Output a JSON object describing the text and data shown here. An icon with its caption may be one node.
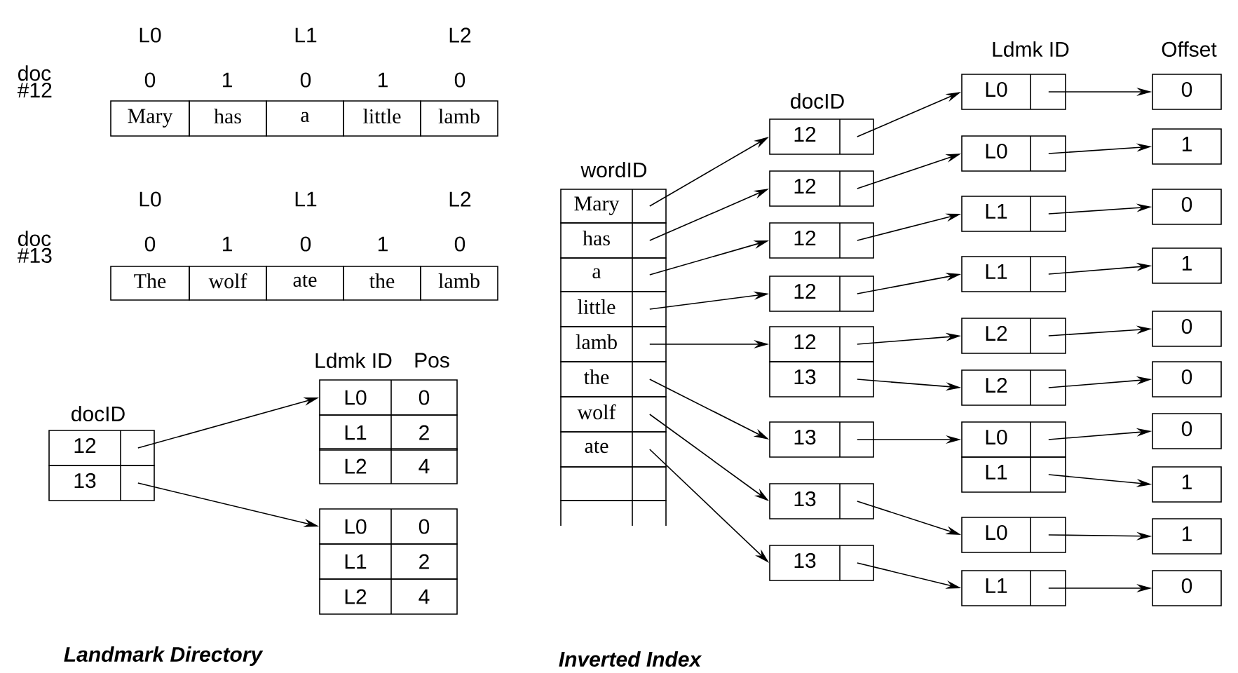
{
  "diagram": {
    "nodes": [
      {
        "text": [
          "Mary"
        ]
      },
      {
        "text": [
          "has"
        ]
      },
      {
        "text": [
          "a"
        ]
      },
      {
        "text": [
          "little"
        ]
      },
      {
        "text": [
          "lamb"
        ]
      },
      {
        "text": [
          "The"
        ]
      },
      {
        "text": [
          "wolf"
        ]
      },
      {
        "text": [
          "ate"
        ]
      },
      {
        "text": [
          "the"
        ]
      },
      {
        "text": [
          "lamb"
        ]
      },
      {
        "text": [
          "12"
        ]
      },
      {
        "text": [
          "13"
        ]
      },
      {
        "text": [
          "L0",
          "0"
        ]
      },
      {
        "text": [
          "L1",
          "2"
        ]
      },
      {
        "text": [
          "L2",
          "4"
        ]
      },
      {
        "text": [
          "L0",
          "0"
        ]
      },
      {
        "text": [
          "L1",
          "2"
        ]
      },
      {
        "text": [
          "L2",
          "4"
        ]
      },
      {
        "text": [
          "Mary"
        ]
      },
      {
        "text": [
          "has"
        ]
      },
      {
        "text": [
          "a"
        ]
      },
      {
        "text": [
          "little"
        ]
      },
      {
        "text": [
          "lamb"
        ]
      },
      {
        "text": [
          "the"
        ]
      },
      {
        "text": [
          "wolf"
        ]
      },
      {
        "text": [
          "ate"
        ]
      },
      {
        "text": [],
        "shape": "box"
      },
      {
        "text": [],
        "shape": "box"
      },
      {
        "text": [
          "12"
        ]
      },
      {
        "text": [
          "12"
        ]
      },
      {
        "text": [
          "12"
        ]
      },
      {
        "text": [
          "12"
        ]
      },
      {
        "text": [
          "12"
        ]
      },
      {
        "text": [
          "13"
        ]
      },
      {
        "text": [
          "13"
        ]
      },
      {
        "text": [
          "13"
        ]
      },
      {
        "text": [
          "13"
        ]
      },
      {
        "text": [
          "L0"
        ]
      },
      {
        "text": [
          "L0"
        ]
      },
      {
        "text": [
          "L1"
        ]
      },
      {
        "text": [
          "L1"
        ]
      },
      {
        "text": [
          "L2"
        ]
      },
      {
        "text": [
          "L2"
        ]
      },
      {
        "text": [
          "L0"
        ]
      },
      {
        "text": [
          "L1"
        ]
      },
      {
        "text": [
          "L0"
        ]
      },
      {
        "text": [
          "L1"
        ]
      },
      {
        "text": [
          "0"
        ]
      },
      {
        "text": [
          "1"
        ]
      },
      {
        "text": [
          "0"
        ]
      },
      {
        "text": [
          "1"
        ]
      },
      {
        "text": [
          "0"
        ]
      },
      {
        "text": [
          "0"
        ]
      },
      {
        "text": [
          "0"
        ]
      },
      {
        "text": [
          "1"
        ]
      },
      {
        "text": [
          "1"
        ]
      },
      {
        "text": [
          "0"
        ]
      }
    ],
    "edges": [
      {
        "from": 10,
        "to": 12,
        "arrow": "to"
      },
      {
        "from": 11,
        "to": 15,
        "arrow": "to"
      },
      {
        "from": 18,
        "to": 28,
        "arrow": "to"
      },
      {
        "from": 19,
        "to": 29,
        "arrow": "to"
      },
      {
        "from": 20,
        "to": 30,
        "arrow": "to"
      },
      {
        "from": 21,
        "to": 31,
        "arrow": "to"
      },
      {
        "from": 22,
        "to": 32,
        "arrow": "to"
      },
      {
        "from": 23,
        "to": 34,
        "arrow": "to"
      },
      {
        "from": 24,
        "to": 35,
        "arrow": "to"
      },
      {
        "from": 25,
        "to": 36,
        "arrow": "to"
      },
      {
        "from": 28,
        "to": 37,
        "arrow": "to"
      },
      {
        "from": 29,
        "to": 38,
        "arrow": "to"
      },
      {
        "from": 30,
        "to": 39,
        "arrow": "to"
      },
      {
        "from": 31,
        "to": 40,
        "arrow": "to"
      },
      {
        "from": 32,
        "to": 41,
        "arrow": "to"
      },
      {
        "from": 33,
        "to": 42,
        "arrow": "to"
      },
      {
        "from": 34,
        "to": 43,
        "arrow": "to"
      },
      {
        "from": 35,
        "to": 45,
        "arrow": "to"
      },
      {
        "from": 36,
        "to": 46,
        "arrow": "to"
      },
      {
        "from": 37,
        "to": 47,
        "arrow": "to"
      },
      {
        "from": 38,
        "to": 48,
        "arrow": "to"
      },
      {
        "from": 39,
        "to": 49,
        "arrow": "to"
      },
      {
        "from": 40,
        "to": 50,
        "arrow": "to"
      },
      {
        "from": 41,
        "to": 51,
        "arrow": "to"
      },
      {
        "from": 42,
        "to": 52,
        "arrow": "to"
      },
      {
        "from": 43,
        "to": 53,
        "arrow": "to"
      },
      {
        "from": 44,
        "to": 54,
        "arrow": "to"
      },
      {
        "from": 45,
        "to": 55,
        "arrow": "to"
      },
      {
        "from": 46,
        "to": 56,
        "arrow": "to"
      }
    ],
    "labels": [
      "L0",
      "L1",
      "L2",
      "doc #12",
      "0",
      "1",
      "0",
      "1",
      "0",
      "L0",
      "L1",
      "L2",
      "doc #13",
      "0",
      "1",
      "0",
      "1",
      "0",
      "Ldmk ID",
      "Pos",
      "docID",
      "Landmark Directory",
      "Ldmk ID",
      "Offset",
      "docID",
      "wordID",
      "Inverted Index"
    ]
  }
}
